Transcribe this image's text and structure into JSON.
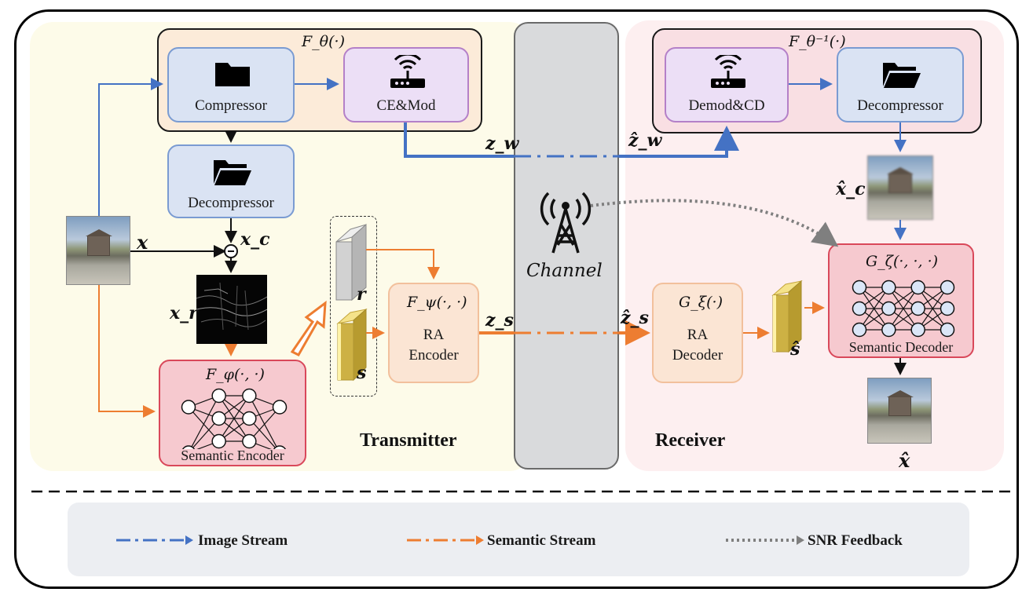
{
  "transmitter": {
    "section_title": "Transmitter",
    "compressor_group_label": "F_θ(·)",
    "compressor_label": "Compressor",
    "cemod_label": "CE&Mod",
    "decompressor_label": "Decompressor",
    "input_label": "x",
    "xc_label": "x_c",
    "xr_label": "x_r",
    "semantic_encoder_label": "Semantic Encoder",
    "semantic_encoder_fn": "F_φ(·, ·)",
    "r_label": "r",
    "s_label": "s",
    "ra_encoder_fn": "F_ψ(·, ·)",
    "ra_encoder_label_1": "RA",
    "ra_encoder_label_2": "Encoder",
    "zw_label": "z_w",
    "zs_label": "z_s"
  },
  "channel": {
    "label": "Channel",
    "icon": "cell-tower-icon"
  },
  "receiver": {
    "section_title": "Receiver",
    "decompressor_group_label": "F_θ⁻¹(·)",
    "demod_label": "Demod&CD",
    "decompressor_label": "Decompressor",
    "zw_hat_label": "ẑ_w",
    "zs_hat_label": "ẑ_s",
    "xc_hat_label": "x̂_c",
    "ra_decoder_fn": "G_ξ(·)",
    "ra_decoder_label_1": "RA",
    "ra_decoder_label_2": "Decoder",
    "s_hat_label": "ŝ",
    "semantic_decoder_fn": "G_ζ(·, ·, ·)",
    "semantic_decoder_label": "Semantic Decoder",
    "output_label": "x̂"
  },
  "legend": {
    "image_stream": "Image Stream",
    "semantic_stream": "Semantic Stream",
    "snr_feedback": "SNR Feedback"
  },
  "colors": {
    "image_stream": "#4472c4",
    "semantic_stream": "#ed7d31",
    "snr_feedback": "#7f7f7f",
    "black": "#111111"
  }
}
